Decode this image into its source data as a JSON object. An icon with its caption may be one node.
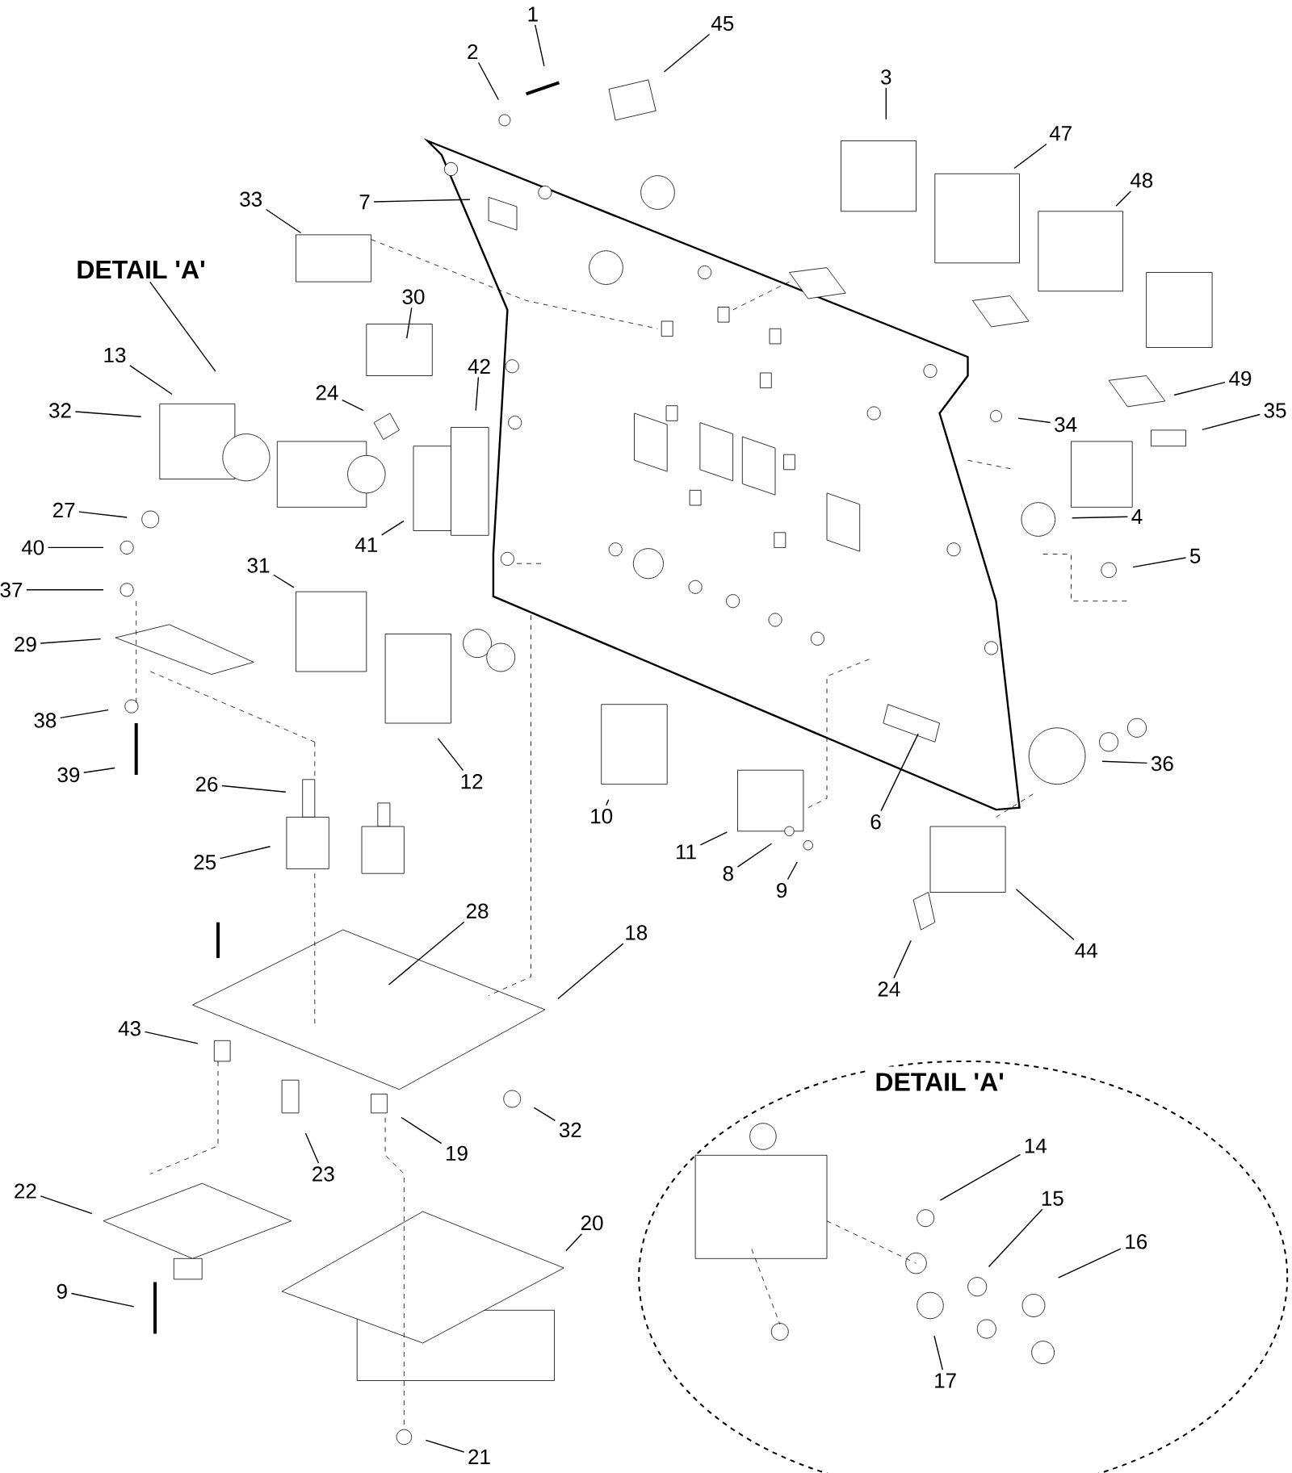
{
  "diagram": {
    "nodes": [
      {
        "text": [
          "1"
        ]
      },
      {
        "text": [
          "2"
        ]
      },
      {
        "text": [
          "45"
        ]
      },
      {
        "text": [
          "3"
        ]
      },
      {
        "text": [
          "47"
        ]
      },
      {
        "text": [
          "48"
        ]
      },
      {
        "text": [
          "7"
        ]
      },
      {
        "text": [
          "33"
        ]
      },
      {
        "text": [
          "DETAIL 'A'"
        ]
      },
      {
        "text": [
          "30"
        ]
      },
      {
        "text": [
          "13"
        ]
      },
      {
        "text": [
          "42"
        ]
      },
      {
        "text": [
          "24"
        ]
      },
      {
        "text": [
          "32"
        ]
      },
      {
        "text": [
          "49"
        ]
      },
      {
        "text": [
          "34"
        ]
      },
      {
        "text": [
          "35"
        ]
      },
      {
        "text": [
          "27"
        ]
      },
      {
        "text": [
          "41"
        ]
      },
      {
        "text": [
          "40"
        ]
      },
      {
        "text": [
          "4"
        ]
      },
      {
        "text": [
          "5"
        ]
      },
      {
        "text": [
          "37"
        ]
      },
      {
        "text": [
          "31"
        ]
      },
      {
        "text": [
          "29"
        ]
      },
      {
        "text": [
          "12"
        ]
      },
      {
        "text": [
          "38"
        ]
      },
      {
        "text": [
          "36"
        ]
      },
      {
        "text": [
          "6"
        ]
      },
      {
        "text": [
          "10"
        ]
      },
      {
        "text": [
          "26"
        ]
      },
      {
        "text": [
          "39"
        ]
      },
      {
        "text": [
          "11"
        ]
      },
      {
        "text": [
          "8"
        ]
      },
      {
        "text": [
          "9"
        ]
      },
      {
        "text": [
          "25"
        ]
      },
      {
        "text": [
          "28"
        ]
      },
      {
        "text": [
          "18"
        ]
      },
      {
        "text": [
          "44"
        ]
      },
      {
        "text": [
          "24"
        ]
      },
      {
        "text": [
          "43"
        ]
      },
      {
        "text": [
          "32"
        ]
      },
      {
        "text": [
          "19"
        ]
      },
      {
        "text": [
          "23"
        ]
      },
      {
        "text": [
          "22"
        ]
      },
      {
        "text": [
          "20"
        ]
      },
      {
        "text": [
          "14"
        ]
      },
      {
        "text": [
          "15"
        ]
      },
      {
        "text": [
          "16"
        ]
      },
      {
        "text": [
          "9"
        ]
      },
      {
        "text": [
          "17"
        ]
      },
      {
        "text": [
          "21"
        ]
      }
    ],
    "edges": [
      {
        "from": 0,
        "to": null,
        "arrow": "none"
      },
      {
        "from": 1,
        "to": null,
        "arrow": "none"
      },
      {
        "from": 2,
        "to": null,
        "arrow": "none"
      },
      {
        "from": 3,
        "to": null,
        "arrow": "none"
      },
      {
        "from": 4,
        "to": null,
        "arrow": "none"
      },
      {
        "from": 5,
        "to": null,
        "arrow": "none"
      },
      {
        "from": 6,
        "to": null,
        "arrow": "none"
      },
      {
        "from": 7,
        "to": null,
        "arrow": "none"
      },
      {
        "from": 8,
        "to": null,
        "arrow": "none"
      },
      {
        "from": 9,
        "to": null,
        "arrow": "none"
      },
      {
        "from": 10,
        "to": null,
        "arrow": "none"
      },
      {
        "from": 11,
        "to": null,
        "arrow": "none"
      },
      {
        "from": 12,
        "to": null,
        "arrow": "none"
      },
      {
        "from": 13,
        "to": null,
        "arrow": "none"
      },
      {
        "from": 14,
        "to": null,
        "arrow": "none"
      },
      {
        "from": 15,
        "to": null,
        "arrow": "none"
      },
      {
        "from": 16,
        "to": null,
        "arrow": "none"
      },
      {
        "from": 17,
        "to": null,
        "arrow": "none"
      },
      {
        "from": 18,
        "to": null,
        "arrow": "none"
      },
      {
        "from": 19,
        "to": null,
        "arrow": "none"
      },
      {
        "from": 20,
        "to": null,
        "arrow": "none"
      },
      {
        "from": 21,
        "to": null,
        "arrow": "none"
      },
      {
        "from": 22,
        "to": null,
        "arrow": "none"
      },
      {
        "from": 23,
        "to": null,
        "arrow": "none"
      },
      {
        "from": 24,
        "to": null,
        "arrow": "none"
      },
      {
        "from": 25,
        "to": null,
        "arrow": "none"
      },
      {
        "from": 26,
        "to": null,
        "arrow": "none"
      },
      {
        "from": 27,
        "to": null,
        "arrow": "none"
      },
      {
        "from": 28,
        "to": null,
        "arrow": "none"
      },
      {
        "from": 29,
        "to": null,
        "arrow": "none"
      },
      {
        "from": 30,
        "to": null,
        "arrow": "none"
      },
      {
        "from": 31,
        "to": null,
        "arrow": "none"
      },
      {
        "from": 32,
        "to": null,
        "arrow": "none"
      },
      {
        "from": 33,
        "to": null,
        "arrow": "none"
      },
      {
        "from": 34,
        "to": null,
        "arrow": "none"
      },
      {
        "from": 35,
        "to": null,
        "arrow": "none"
      },
      {
        "from": 36,
        "to": null,
        "arrow": "none"
      },
      {
        "from": 37,
        "to": null,
        "arrow": "none"
      },
      {
        "from": 38,
        "to": null,
        "arrow": "none"
      },
      {
        "from": 39,
        "to": null,
        "arrow": "none"
      },
      {
        "from": 40,
        "to": null,
        "arrow": "none"
      },
      {
        "from": 41,
        "to": null,
        "arrow": "none"
      },
      {
        "from": 42,
        "to": null,
        "arrow": "none"
      },
      {
        "from": 43,
        "to": null,
        "arrow": "none"
      },
      {
        "from": 44,
        "to": null,
        "arrow": "none"
      },
      {
        "from": 45,
        "to": null,
        "arrow": "none"
      },
      {
        "from": 46,
        "to": null,
        "arrow": "none"
      },
      {
        "from": 47,
        "to": null,
        "arrow": "none"
      },
      {
        "from": 48,
        "to": null,
        "arrow": "none"
      },
      {
        "from": 49,
        "to": null,
        "arrow": "none"
      },
      {
        "from": 50,
        "to": null,
        "arrow": "none"
      },
      {
        "from": 51,
        "to": null,
        "arrow": "none"
      }
    ],
    "labels": [
      "DETAIL 'A'"
    ]
  }
}
